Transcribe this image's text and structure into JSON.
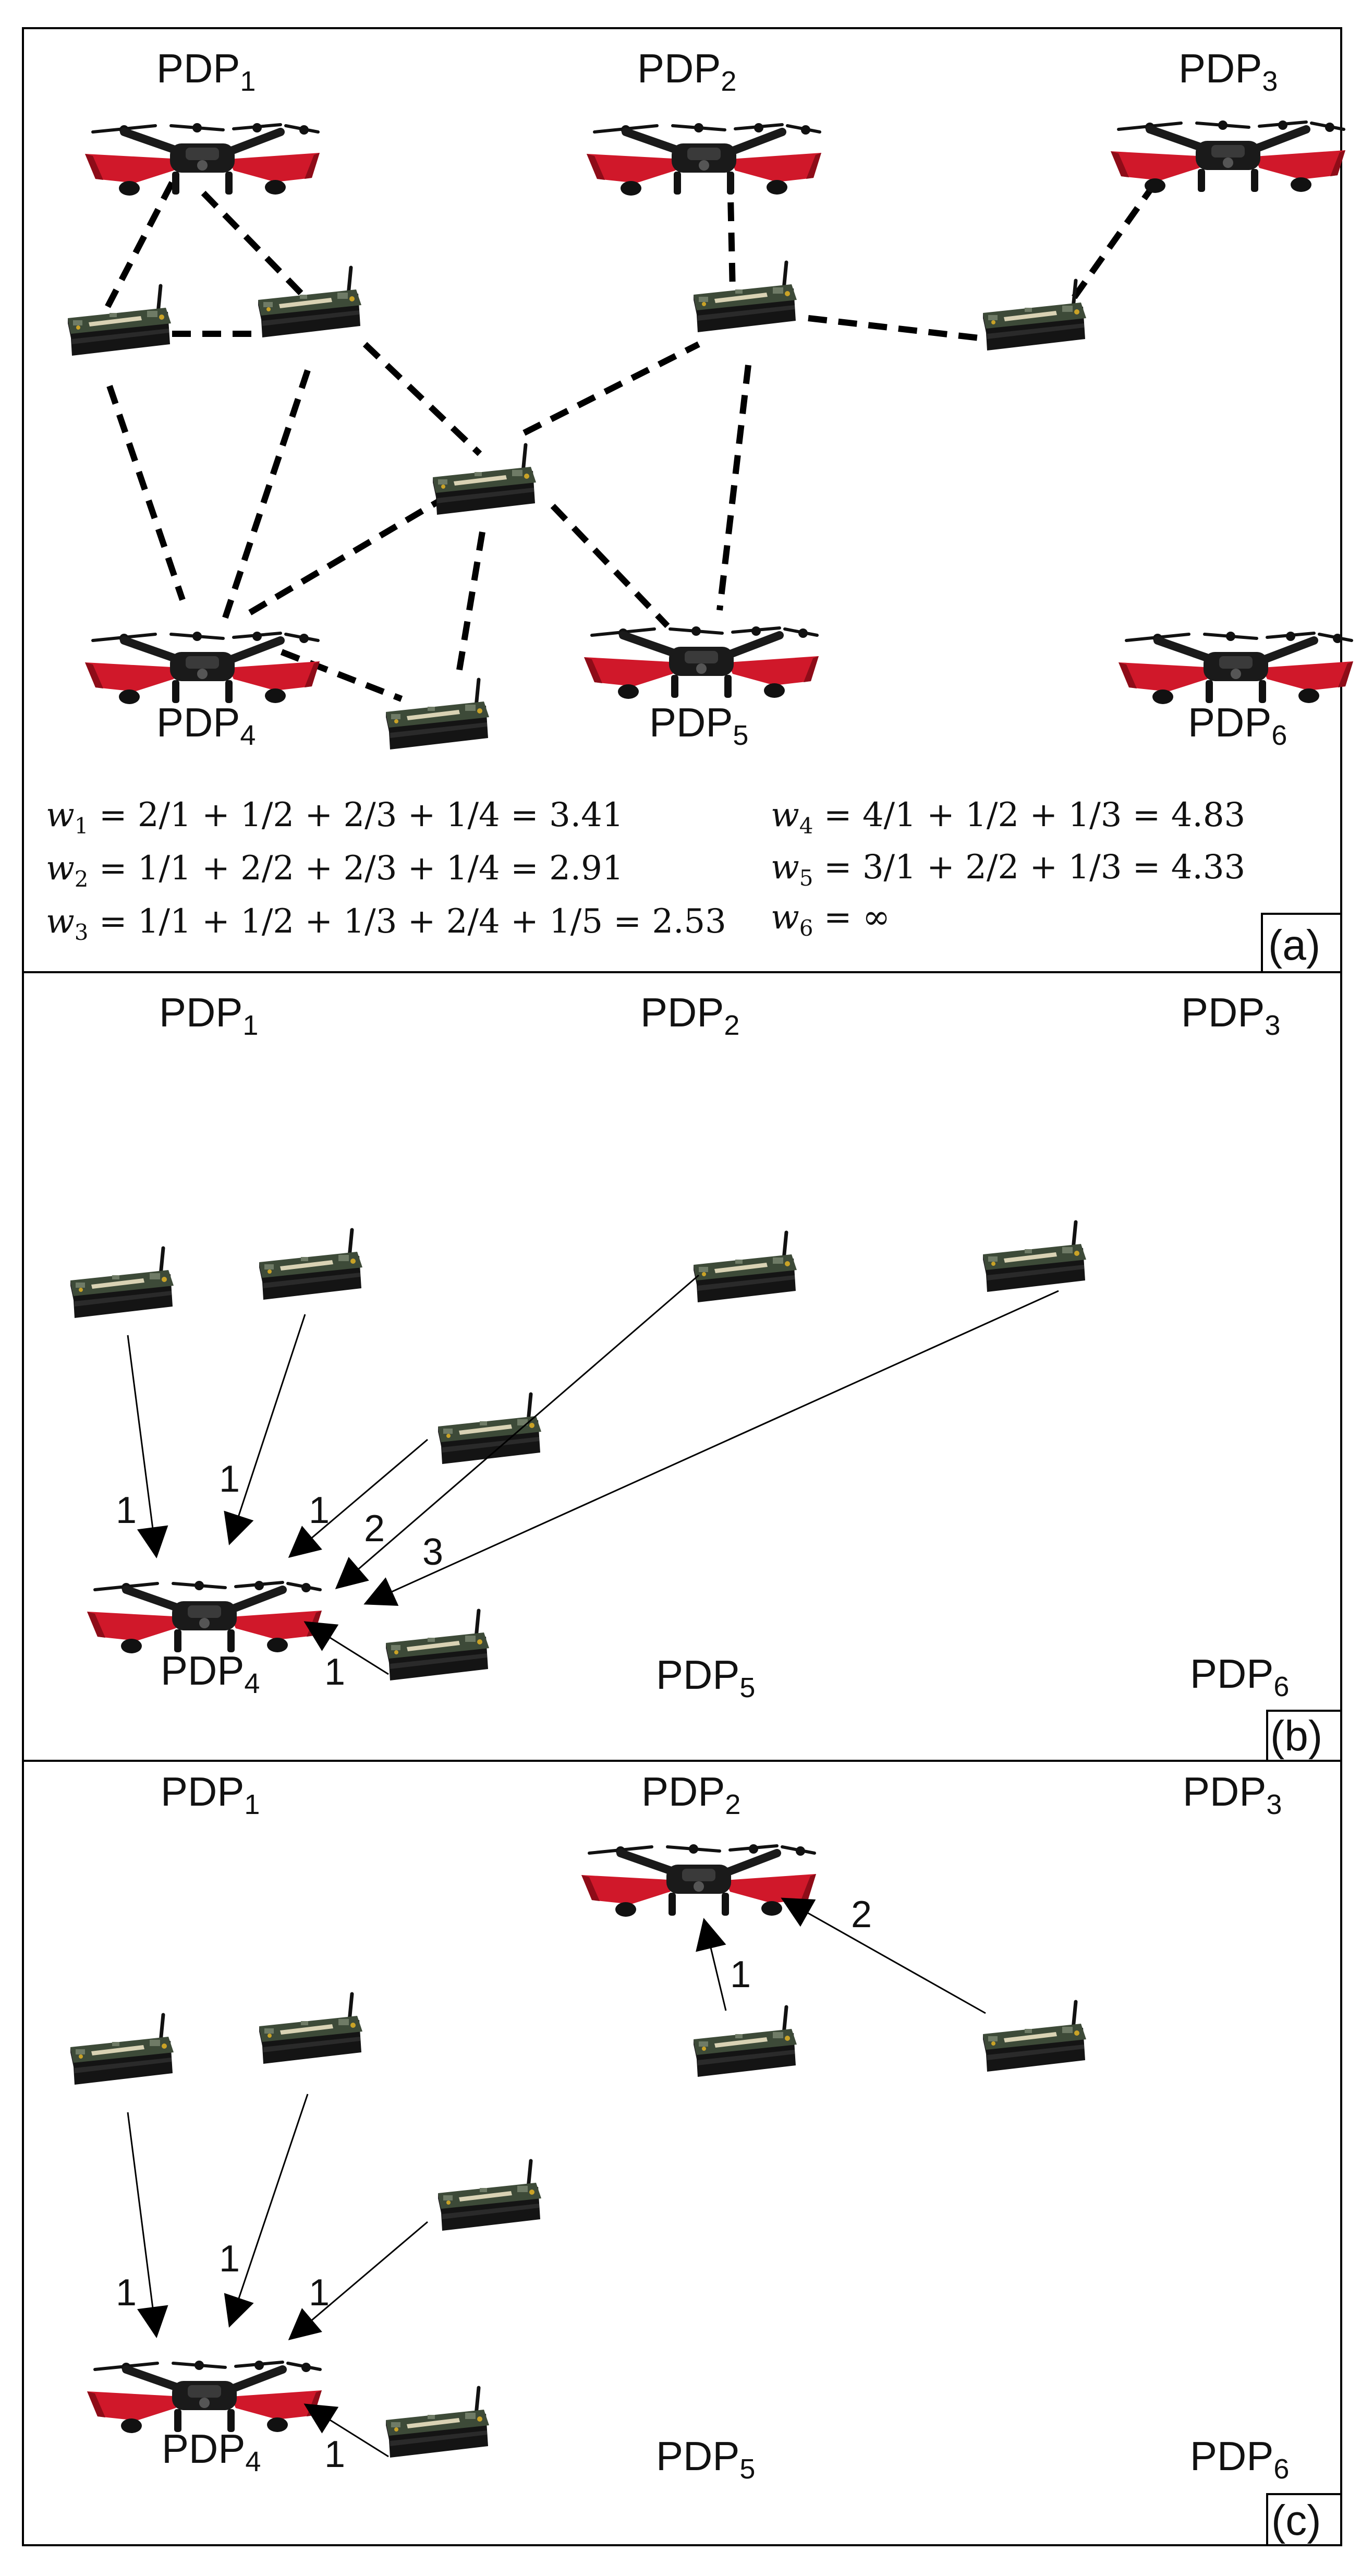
{
  "pdp_prefix": "PDP",
  "panels": [
    {
      "label": "(a)",
      "pdps": [
        {
          "sub": "1",
          "drone": true
        },
        {
          "sub": "2",
          "drone": true
        },
        {
          "sub": "3",
          "drone": true
        },
        {
          "sub": "4",
          "drone": true
        },
        {
          "sub": "5",
          "drone": true
        },
        {
          "sub": "6",
          "drone": true
        }
      ],
      "equations": [
        {
          "var": "w",
          "sub": "1",
          "rhs": " = 2/1 + 1/2 + 2/3 + 1/4 = 3.41"
        },
        {
          "var": "w",
          "sub": "2",
          "rhs": " = 1/1 + 2/2 + 2/3 + 1/4 = 2.91"
        },
        {
          "var": "w",
          "sub": "3",
          "rhs": " = 1/1 + 1/2 + 1/3 + 2/4 + 1/5 = 2.53"
        },
        {
          "var": "w",
          "sub": "4",
          "rhs": " = 4/1 + 1/2 + 1/3 = 4.83"
        },
        {
          "var": "w",
          "sub": "5",
          "rhs": " = 3/1 + 2/2 + 1/3 = 4.33"
        },
        {
          "var": "w",
          "sub": "6",
          "rhs": " = ∞"
        }
      ]
    },
    {
      "label": "(b)",
      "pdps": [
        {
          "sub": "1",
          "drone": false
        },
        {
          "sub": "2",
          "drone": false
        },
        {
          "sub": "3",
          "drone": false
        },
        {
          "sub": "4",
          "drone": true
        },
        {
          "sub": "5",
          "drone": false
        },
        {
          "sub": "6",
          "drone": false
        }
      ],
      "arrow_labels": [
        "1",
        "1",
        "1",
        "2",
        "3",
        "1"
      ]
    },
    {
      "label": "(c)",
      "pdps": [
        {
          "sub": "1",
          "drone": false
        },
        {
          "sub": "2",
          "drone": true
        },
        {
          "sub": "3",
          "drone": false
        },
        {
          "sub": "4",
          "drone": true
        },
        {
          "sub": "5",
          "drone": false
        },
        {
          "sub": "6",
          "drone": false
        }
      ],
      "arrow_labels": [
        "1",
        "2",
        "1",
        "1",
        "1",
        "1"
      ]
    }
  ],
  "colors": {
    "drone_arm_red": "#d0182a",
    "drone_body": "#1a1a1a",
    "board_green": "#2f3b2c",
    "board_case": "#141414",
    "line": "#000000"
  },
  "icons": {
    "drone": "quadcopter-drone-icon",
    "sensor": "sensor-node-board-icon"
  }
}
